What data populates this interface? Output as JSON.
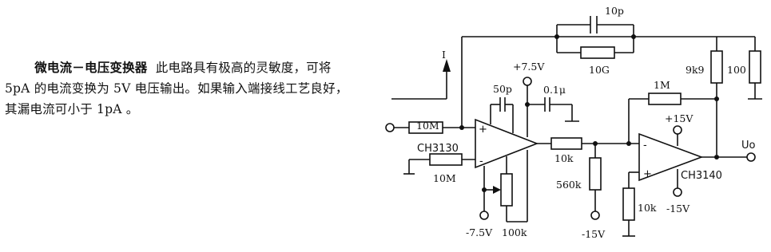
{
  "description": {
    "heading": "微电流－电压变换器",
    "body": "此电路具有极高的灵敏度，可将 5pA 的电流变换为 5V 电压输出。如果输入端接线工艺良好，其漏电流可小于 1pA 。"
  },
  "circuit": {
    "labels": {
      "current": "I",
      "c_feedback": "10p",
      "r_feedback": "10G",
      "r_input": "10M",
      "r_ground": "10M",
      "opamp1": "CH3130",
      "c_comp": "50p",
      "supply_pos1": "+7.5V",
      "supply_neg1": "-7.5V",
      "c_bypass": "0.1μ",
      "r_offset": "100k",
      "r_series": "10k",
      "r_shunt": "560k",
      "supply_neg_shunt": "-15V",
      "r_gain": "1M",
      "r_divider_top": "9k9",
      "r_divider_bottom": "100",
      "supply_pos2": "+15V",
      "opamp2": "CH3140",
      "supply_neg2": "-15V",
      "r_bias": "10k",
      "output": "Uo",
      "plus": "+",
      "minus": "-"
    }
  }
}
